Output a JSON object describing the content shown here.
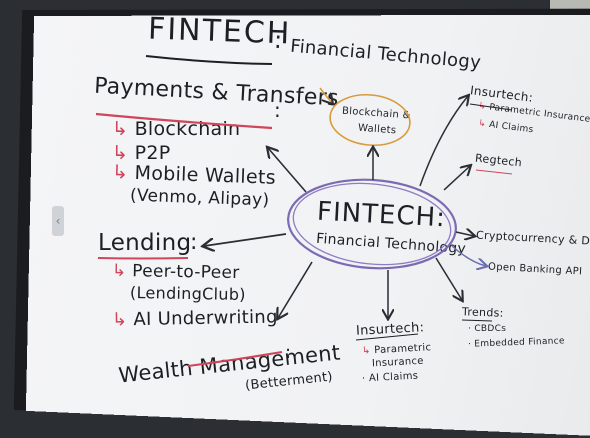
{
  "title": {
    "main": "FINTECH",
    "colon": ":",
    "sub": "Financial Technology"
  },
  "payments": {
    "heading": "Payments & Transfers",
    "colon": ":",
    "items": [
      "Blockchain",
      "P2P",
      "Mobile Wallets",
      "(Venmo, Alipay)"
    ]
  },
  "lending": {
    "heading": "Lending",
    "colon": ":",
    "items": [
      "Peer-to-Peer",
      "(LendingClub)",
      "AI Underwriting"
    ]
  },
  "wealth": {
    "heading": "Wealth Management",
    "colon": ":",
    "partial": "(Betterment)"
  },
  "center": {
    "main": "FINTECH:",
    "sub": "Financial Technology"
  },
  "blockchain_bubble": {
    "line1": "Blockchain &",
    "line2": "Wallets"
  },
  "insurtech_top": {
    "heading": "Insurtech",
    "colon": ":",
    "items": [
      "Parametric Insurance",
      "AI Claims"
    ]
  },
  "regtech": {
    "label": "Regtech"
  },
  "crypto": {
    "label": "Cryptocurrency & DeFi"
  },
  "open_banking": {
    "label": "Open Banking API"
  },
  "trends": {
    "heading": "Trends",
    "colon": ":",
    "items": [
      "CBDCs",
      "Embedded Finance"
    ]
  },
  "insurtech_bottom": {
    "heading": "Insurtech",
    "colon": ":",
    "items": [
      "Parametric",
      "Insurance",
      "AI Claims"
    ]
  },
  "colors": {
    "ink": "#1c1f24",
    "red_underline": "#d0455a",
    "purple_oval": "#7c6bb3",
    "orange_oval": "#d99a3a",
    "arrow": "#2a2d33"
  }
}
